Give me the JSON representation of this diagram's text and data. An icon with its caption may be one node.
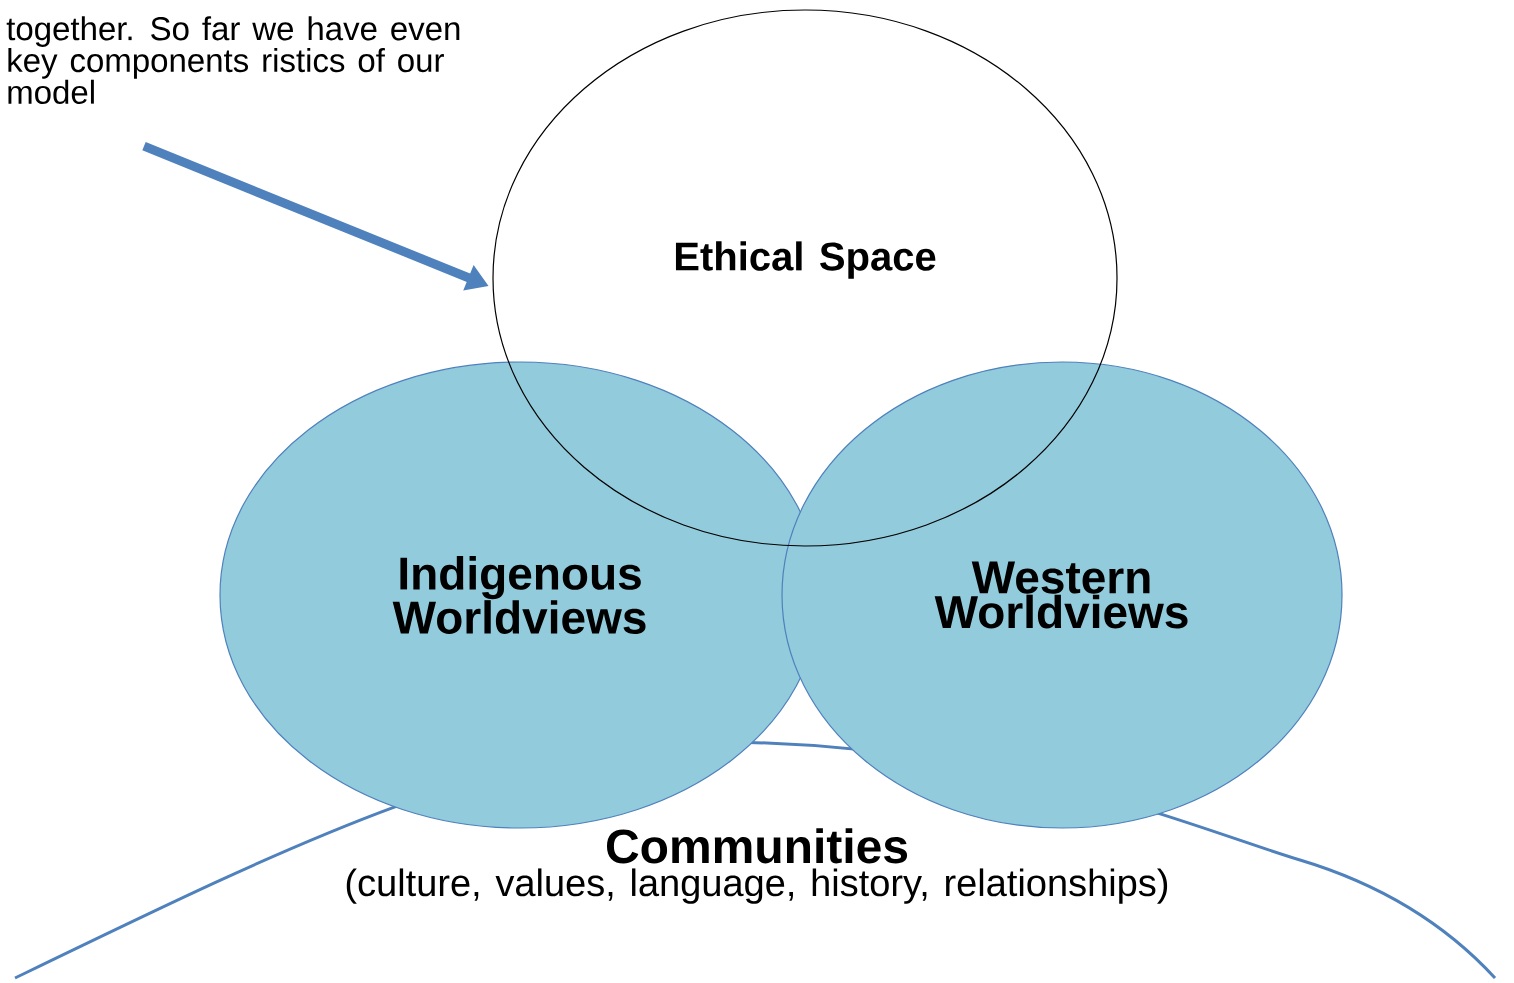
{
  "diagram": {
    "nodes": [
      {
        "text": [
          "together. So far we have even key components ristics of our model"
        ]
      },
      {
        "text": [
          "Ethical Space"
        ]
      },
      {
        "text": [
          "Indigenous Worldviews"
        ]
      },
      {
        "text": [
          "Western Worldviews"
        ]
      },
      {
        "text": [
          "Communities",
          "(culture, values, language, history, relationships)"
        ]
      }
    ],
    "edges": [
      {
        "from": 0,
        "to": 1,
        "arrow": "to",
        "color": "#4f81bd"
      }
    ]
  }
}
